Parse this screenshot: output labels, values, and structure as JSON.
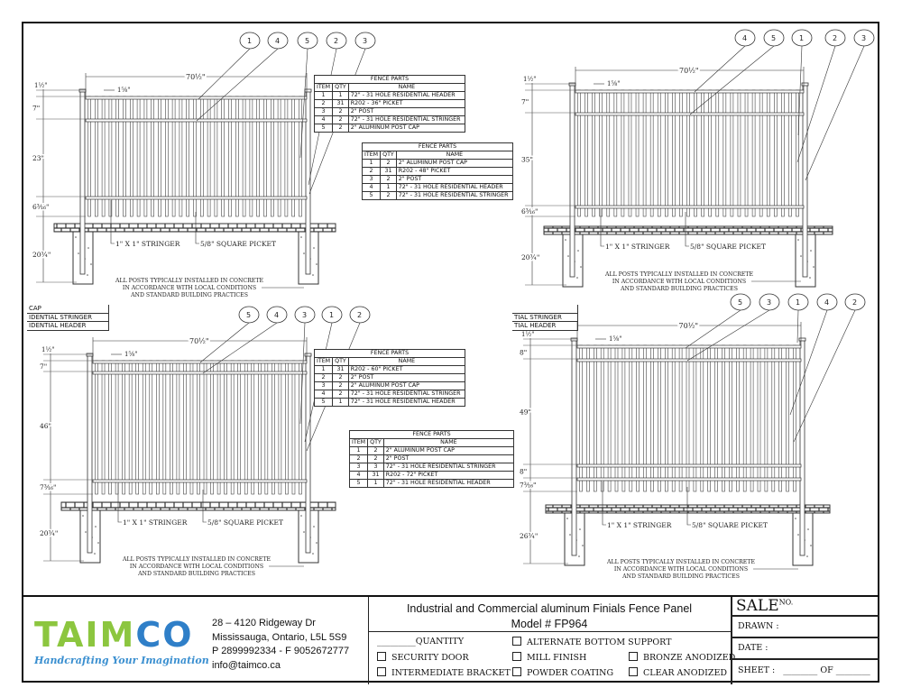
{
  "drawings": [
    {
      "id": "panel-36",
      "callouts": [
        "1",
        "4",
        "5",
        "2",
        "3"
      ],
      "width_dim": "70½\"",
      "spacing_dim": "1⅝\"",
      "cap_dim": "1½\"",
      "dims": [
        "7\"",
        "23\"",
        "6³⁄₁₆\""
      ],
      "footing_dim": "20¾\""
    },
    {
      "id": "panel-48",
      "callouts": [
        "4",
        "5",
        "1",
        "2",
        "3"
      ],
      "width_dim": "70½\"",
      "spacing_dim": "1⅝\"",
      "cap_dim": "1½\"",
      "dims": [
        "7\"",
        "35\"",
        "6³⁄₁₆\""
      ],
      "footing_dim": "20¾\""
    },
    {
      "id": "panel-60",
      "callouts": [
        "5",
        "4",
        "3",
        "1",
        "2"
      ],
      "width_dim": "70½\"",
      "spacing_dim": "1⅝\"",
      "cap_dim": "1½\"",
      "dims": [
        "7\"",
        "46\"",
        "7³⁄₁₆\""
      ],
      "footing_dim": "20¾\""
    },
    {
      "id": "panel-72",
      "callouts": [
        "5",
        "3",
        "1",
        "4",
        "2"
      ],
      "width_dim": "70½\"",
      "spacing_dim": "1⅝\"",
      "cap_dim": "1½\"",
      "dims": [
        "8\"",
        "49\"",
        "8\"",
        "7³⁄₁₆\""
      ],
      "footing_dim": "26¾\""
    }
  ],
  "labels": {
    "stringer": "1\" X 1\" STRINGER",
    "picket": "5/8\" SQUARE PICKET",
    "note": [
      "ALL POSTS TYPICALLY INSTALLED IN CONCRETE",
      "IN ACCORDANCE WITH LOCAL CONDITIONS",
      "AND STANDARD BUILDING PRACTICES"
    ]
  },
  "tables": [
    {
      "title": "FENCE PARTS",
      "headers": [
        "ITEM",
        "QTY",
        "NAME"
      ],
      "rows": [
        [
          "1",
          "1",
          "72\" - 31 HOLE RESIDENTIAL HEADER"
        ],
        [
          "2",
          "31",
          "R202 - 36\" PICKET"
        ],
        [
          "3",
          "2",
          "2\" POST"
        ],
        [
          "4",
          "2",
          "72\" - 31 HOLE RESIDENTIAL STRINGER"
        ],
        [
          "5",
          "2",
          "2\" ALUMINUM POST CAP"
        ]
      ]
    },
    {
      "title": "FENCE PARTS",
      "headers": [
        "ITEM",
        "QTY",
        "NAME"
      ],
      "rows": [
        [
          "1",
          "2",
          "2\" ALUMINUM POST CAP"
        ],
        [
          "2",
          "31",
          "R202 - 48\" PICKET"
        ],
        [
          "3",
          "2",
          "2\" POST"
        ],
        [
          "4",
          "1",
          "72\" - 31 HOLE RESIDENTIAL HEADER"
        ],
        [
          "5",
          "2",
          "72\" - 31 HOLE RESIDENTIAL STRINGER"
        ]
      ]
    },
    {
      "title": "FENCE PARTS",
      "headers": [
        "ITEM",
        "QTY",
        "NAME"
      ],
      "rows": [
        [
          "1",
          "31",
          "R202 - 60\" PICKET"
        ],
        [
          "2",
          "2",
          "2\" POST"
        ],
        [
          "3",
          "2",
          "2\" ALUMINUM POST CAP"
        ],
        [
          "4",
          "2",
          "72\" - 31 HOLE RESIDENTIAL STRINGER"
        ],
        [
          "5",
          "1",
          "72\" - 31 HOLE RESIDENTIAL HEADER"
        ]
      ]
    },
    {
      "title": "FENCE PARTS",
      "headers": [
        "ITEM",
        "QTY",
        "NAME"
      ],
      "rows": [
        [
          "1",
          "2",
          "2\" ALUMINUM POST CAP"
        ],
        [
          "2",
          "2",
          "2\" POST"
        ],
        [
          "3",
          "3",
          "72\" - 31 HOLE RESIDENTIAL STRINGER"
        ],
        [
          "4",
          "31",
          "R202 - 72\" PICKET"
        ],
        [
          "5",
          "1",
          "72\" - 31 HOLE RESIDENTIAL HEADER"
        ]
      ]
    }
  ],
  "partial_tables": [
    {
      "rows": [
        "CAP",
        "IDENTIAL STRINGER",
        "IDENTIAL HEADER"
      ]
    },
    {
      "rows": [
        "",
        "TIAL STRINGER",
        "TIAL HEADER"
      ]
    }
  ],
  "title_block": {
    "logo_text": "TAIMCO",
    "logo_tagline": "Handcrafting Your Imagination",
    "address": [
      "28 – 4120 Ridgeway Dr",
      "Mississauga, Ontario, L5L 5S9",
      "P 2899992334 - F 9052672777",
      "info@taimco.ca"
    ],
    "title": "Industrial and Commercial aluminum Finials Fence Panel",
    "model": "Model # FP964",
    "quantity_label": "QUANTITY",
    "options": [
      "SECURITY DOOR",
      "INTERMEDIATE BRACKET",
      "ALTERNATE BOTTOM SUPPORT",
      "MILL FINISH",
      "POWDER COATING",
      "BRONZE ANODIZED",
      "CLEAR ANODIZED"
    ],
    "sale": "SALE",
    "sale_no": "NO.",
    "drawn": "DRAWN :",
    "date": "DATE :",
    "sheet": "SHEET :",
    "of": "OF",
    "colors": {
      "logo_green": "#8cc63f",
      "logo_blue": "#2f7fc8"
    }
  }
}
